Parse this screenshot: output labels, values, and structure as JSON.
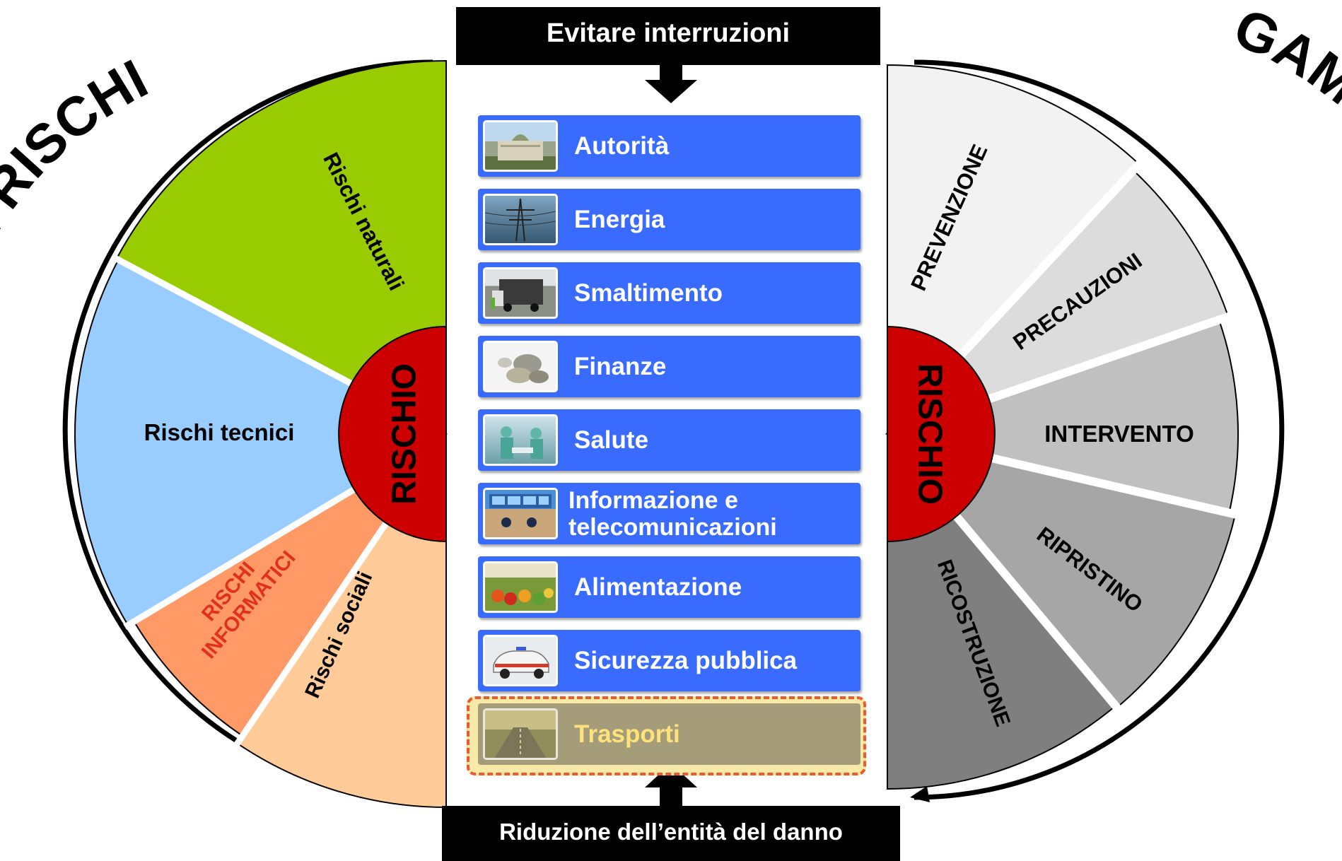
{
  "top_label": "Evitare interruzioni",
  "bottom_label": "Riduzione dell’entità del danno",
  "left_wheel": {
    "arc_title": "GAMMA DI RISCHI",
    "center": "RISCHIO",
    "segments": [
      {
        "label": "Rischi naturali",
        "color": "#99cc00"
      },
      {
        "label": "Rischi tecnici",
        "color": "#99ccff"
      },
      {
        "label": "RISCHI INFORMATICI",
        "color": "#ff9966"
      },
      {
        "label": "Rischi sociali",
        "color": "#ffcc99"
      }
    ]
  },
  "right_wheel": {
    "arc_title": "GAMMA DI MISURE",
    "center": "RISCHIO",
    "segments": [
      {
        "label": "PREVENZIONE",
        "color": "#f2f2f2"
      },
      {
        "label": "PRECAUZIONI",
        "color": "#dcdcdc"
      },
      {
        "label": "INTERVENTO",
        "color": "#c0c0c0"
      },
      {
        "label": "RIPRISTINO",
        "color": "#a6a6a6"
      },
      {
        "label": "RICOSTRUZIONE",
        "color": "#7f7f7f"
      }
    ]
  },
  "sectors": [
    {
      "label": "Autorità",
      "icon": "parliament-building-photo"
    },
    {
      "label": "Energia",
      "icon": "power-lines-photo"
    },
    {
      "label": "Smaltimento",
      "icon": "garbage-truck-photo"
    },
    {
      "label": "Finanze",
      "icon": "coins-photo"
    },
    {
      "label": "Salute",
      "icon": "surgery-photo"
    },
    {
      "label": "Informazione e telecomunicazioni",
      "icon": "control-room-photo"
    },
    {
      "label": "Alimentazione",
      "icon": "vegetable-market-photo"
    },
    {
      "label": "Sicurezza pubblica",
      "icon": "police-car-photo"
    },
    {
      "label": "Trasporti",
      "icon": "highway-photo",
      "highlighted": true
    }
  ],
  "colors": {
    "center": "#cc0000",
    "sector_bar": "#3a6bff",
    "highlight_fill": "#a59d7a",
    "highlight_border": "#ee5a2c",
    "highlight_text": "#ffe27a"
  }
}
